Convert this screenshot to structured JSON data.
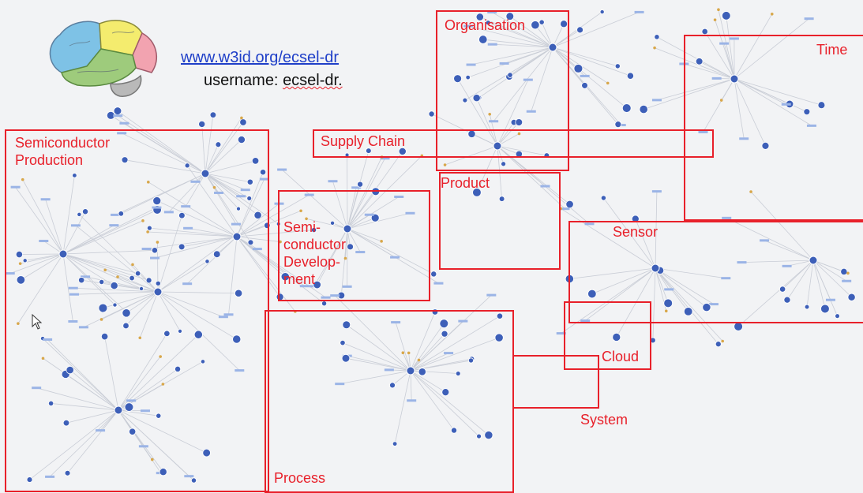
{
  "header": {
    "link_text": "www.w3id.org/ecsel-dr",
    "username_prefix": "username: ",
    "username_value": "ecsel-dr."
  },
  "icons": {
    "brain": "brain-icon",
    "cursor": "pointer-cursor-icon"
  },
  "colors": {
    "region_border": "#e8202a",
    "node": "#3d5fb8",
    "node_light": "#9bb4e6",
    "leaf_node": "#d8a74a",
    "edge": "#c9cdd6"
  },
  "regions": [
    {
      "id": "organisation",
      "label": "Organisation"
    },
    {
      "id": "time",
      "label": "Time"
    },
    {
      "id": "semiconductor-production",
      "label": "Semiconductor\nProduction"
    },
    {
      "id": "supply-chain",
      "label": "Supply Chain"
    },
    {
      "id": "product",
      "label": "Product"
    },
    {
      "id": "semiconductor-development",
      "label": "Semi-\nconductor\nDevelop-\nment"
    },
    {
      "id": "sensor",
      "label": "Sensor"
    },
    {
      "id": "cloud",
      "label": "Cloud"
    },
    {
      "id": "system",
      "label": "System"
    },
    {
      "id": "process",
      "label": "Process"
    }
  ]
}
